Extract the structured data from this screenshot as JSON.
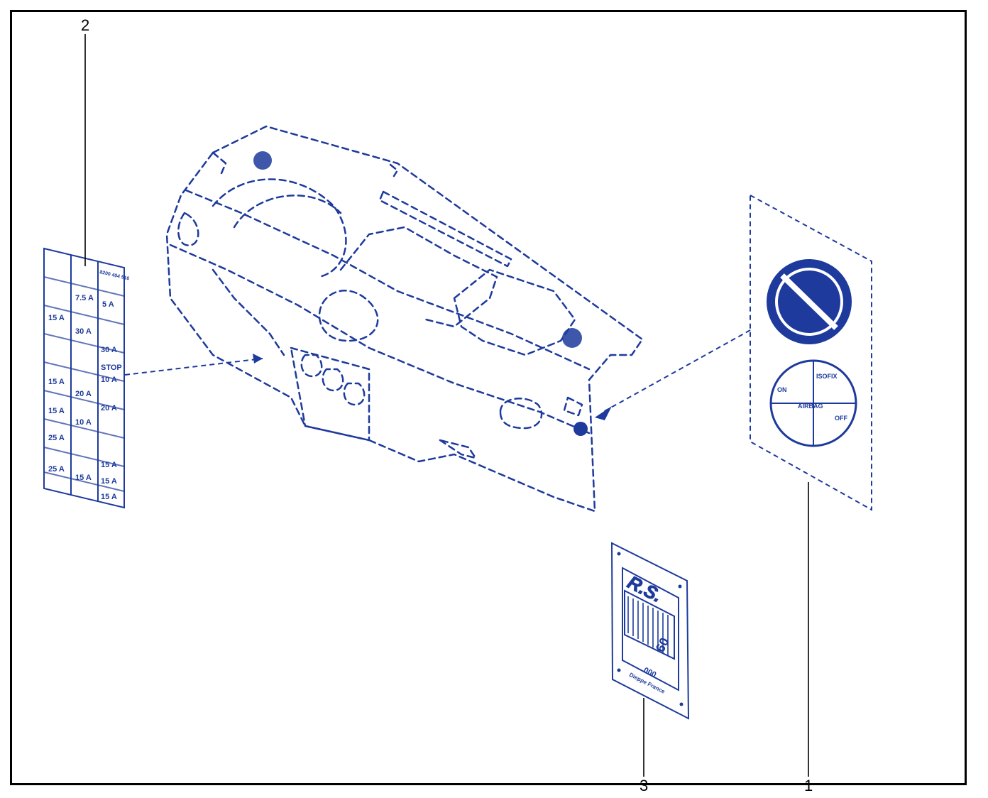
{
  "diagram": {
    "callouts": [
      {
        "id": "callout-1",
        "label": "1"
      },
      {
        "id": "callout-2",
        "label": "2"
      },
      {
        "id": "callout-3",
        "label": "3"
      }
    ],
    "fuse_label": {
      "part_number": "8200 404 516",
      "cells": [
        "7.5 A",
        "5 A",
        "15 A",
        "30 A",
        "30 A",
        "STOP",
        "10 A",
        "15 A",
        "20 A",
        "20 A",
        "15 A",
        "10 A",
        "25 A",
        "15 A",
        "25 A",
        "15 A",
        "15 A",
        "15 A"
      ]
    },
    "airbag_sticker": {
      "on": "ON",
      "isofix": "ISOFIX",
      "airbag": "AIRBAG",
      "off": "OFF"
    },
    "plaque": {
      "logo": "R.S.",
      "model": "60",
      "number": "000",
      "origin": "Dieppe France"
    },
    "colors": {
      "ink": "#1d3a9c",
      "frame": "#000000",
      "background": "#ffffff"
    }
  }
}
